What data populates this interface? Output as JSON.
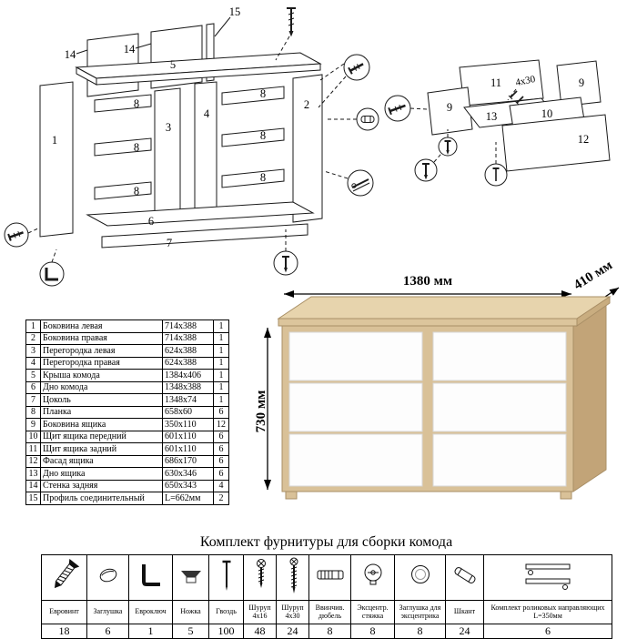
{
  "assembly_diagram": {
    "labels": {
      "p15": "15",
      "p14a": "14",
      "p14b": "14",
      "p5": "5",
      "p1": "1",
      "p3": "3",
      "p4": "4",
      "p2": "2",
      "p8a": "8",
      "p8b": "8",
      "p8c": "8",
      "p8d": "8",
      "p8e": "8",
      "p8f": "8",
      "p6": "6",
      "p7": "7"
    }
  },
  "drawer_diagram": {
    "labels": {
      "p11": "11",
      "p9a": "9",
      "p9b": "9",
      "p13": "13",
      "p10": "10",
      "p12": "12",
      "screw_size": "4x30"
    }
  },
  "dresser": {
    "dim_width": "1380 мм",
    "dim_height": "730 мм",
    "dim_depth": "410 мм",
    "colors": {
      "oak_front": "#d9c198",
      "oak_top": "#e7d4ad",
      "oak_side": "#c2a478",
      "drawer_white": "#fdfdfd"
    }
  },
  "parts_table": {
    "rows": [
      {
        "num": "1",
        "name": "Боковина левая",
        "size": "714x388",
        "qty": "1"
      },
      {
        "num": "2",
        "name": "Боковина правая",
        "size": "714x388",
        "qty": "1"
      },
      {
        "num": "3",
        "name": "Перегородка левая",
        "size": "624x388",
        "qty": "1"
      },
      {
        "num": "4",
        "name": "Перегородка правая",
        "size": "624x388",
        "qty": "1"
      },
      {
        "num": "5",
        "name": "Крыша комода",
        "size": "1384x406",
        "qty": "1"
      },
      {
        "num": "6",
        "name": "Дно комода",
        "size": "1348x388",
        "qty": "1"
      },
      {
        "num": "7",
        "name": "Цоколь",
        "size": "1348x74",
        "qty": "1"
      },
      {
        "num": "8",
        "name": "Планка",
        "size": "658x60",
        "qty": "6"
      },
      {
        "num": "9",
        "name": "Боковина ящика",
        "size": "350x110",
        "qty": "12"
      },
      {
        "num": "10",
        "name": "Щит ящика передний",
        "size": "601x110",
        "qty": "6"
      },
      {
        "num": "11",
        "name": "Щит ящика задний",
        "size": "601x110",
        "qty": "6"
      },
      {
        "num": "12",
        "name": "Фасад ящика",
        "size": "686x170",
        "qty": "6"
      },
      {
        "num": "13",
        "name": "Дно ящика",
        "size": "630x346",
        "qty": "6"
      },
      {
        "num": "14",
        "name": "Стенка задняя",
        "size": "650x343",
        "qty": "4"
      },
      {
        "num": "15",
        "name": "Профиль соединительный",
        "size": "L=662мм",
        "qty": "2"
      }
    ]
  },
  "hardware": {
    "title": "Комплект фурнитуры для сборки комода",
    "items": [
      {
        "icon": "euro-screw-icon",
        "name": "Евровинт",
        "qty": "18"
      },
      {
        "icon": "cap-icon",
        "name": "Заглушка",
        "qty": "6"
      },
      {
        "icon": "euro-key-icon",
        "name": "Евроключ",
        "qty": "1"
      },
      {
        "icon": "leg-icon",
        "name": "Ножка",
        "qty": "5"
      },
      {
        "icon": "nail-icon",
        "name": "Гвоздь",
        "qty": "100"
      },
      {
        "icon": "screw-icon",
        "name": "Шуруп 4x16",
        "qty": "48"
      },
      {
        "icon": "screw-icon",
        "name": "Шуруп 4x30",
        "qty": "24"
      },
      {
        "icon": "threaded-dowel-icon",
        "name": "Ввинчив. дюбель",
        "qty": "8"
      },
      {
        "icon": "cam-lock-icon",
        "name": "Эксцентр. стяжка",
        "qty": "8"
      },
      {
        "icon": "cam-cap-icon",
        "name": "Заглушка для эксцентрика",
        "qty": "8"
      },
      {
        "icon": "wood-dowel-icon",
        "name": "Шкант",
        "qty": "24"
      },
      {
        "icon": "roller-guides-icon",
        "name": "Комплект роликовых направляющих L=350мм",
        "qty": "6"
      }
    ]
  }
}
